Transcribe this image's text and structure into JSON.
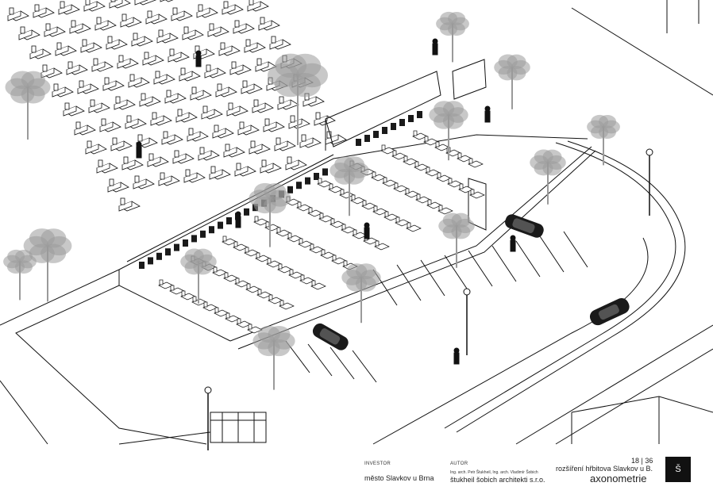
{
  "title_block": {
    "investor_label": "INVESTOR",
    "investor_value": "město Slavkov u Brna",
    "author_label": "AUTOR",
    "author_people": "Ing. arch. Petr Štukheil, Ing. arch. Vladimír Šobich",
    "author_firm": "štukheil šobich architekti s.r.o.",
    "sheet_number": "18 | 36",
    "project_title": "rozšíření hřbitova Slavkov u B.",
    "drawing_title": "axonometrie",
    "logo_letter": "Š"
  },
  "colors": {
    "line": "#111111",
    "tree": "#9a9a9a",
    "fill_dark": "#1a1a1a",
    "paper": "#ffffff"
  }
}
